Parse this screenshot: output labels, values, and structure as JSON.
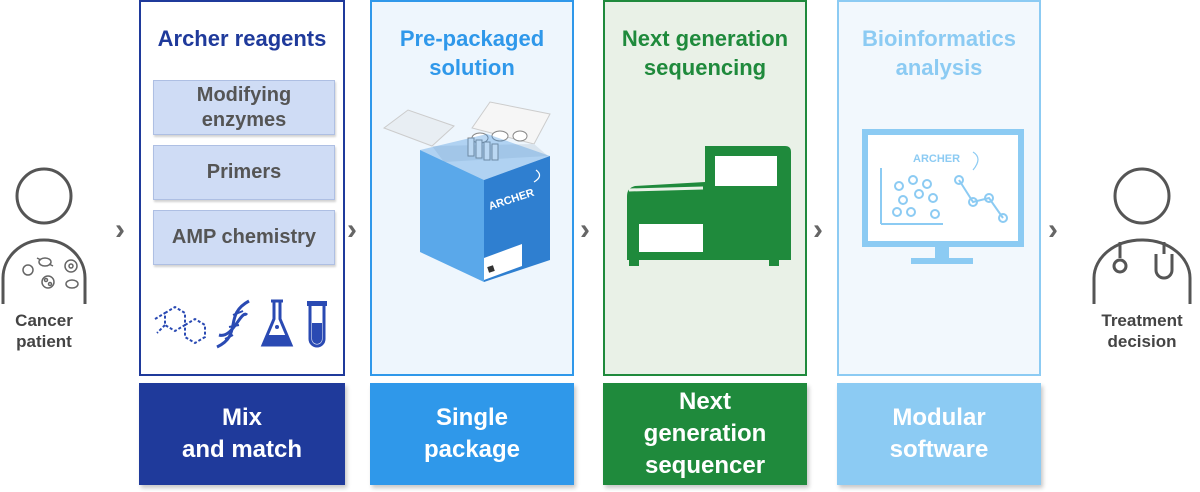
{
  "patient": {
    "label_line1": "Cancer",
    "label_line2": "patient"
  },
  "doctor": {
    "label_line1": "Treatment",
    "label_line2": "decision"
  },
  "chevron": "›",
  "panels": [
    {
      "title_line1": "Archer reagents",
      "title_line2": "",
      "items": [
        "Modifying enzymes",
        "Primers",
        "AMP chemistry"
      ],
      "bottom_line1": "Mix",
      "bottom_line2": "and match",
      "bottom_line3": ""
    },
    {
      "title_line1": "Pre-packaged",
      "title_line2": "solution",
      "box_brand": "ARCHER",
      "bottom_line1": "Single",
      "bottom_line2": "package",
      "bottom_line3": ""
    },
    {
      "title_line1": "Next generation",
      "title_line2": "sequencing",
      "bottom_line1": "Next",
      "bottom_line2": "generation",
      "bottom_line3": "sequencer"
    },
    {
      "title_line1": "Bioinformatics",
      "title_line2": "analysis",
      "monitor_brand": "ARCHER",
      "bottom_line1": "Modular",
      "bottom_line2": "software",
      "bottom_line3": ""
    }
  ],
  "colors": {
    "panel1_accent": "#1f3a9b",
    "panel1_bg": "#ffffff",
    "panel2_accent": "#2f98ea",
    "panel2_bg": "#eef6fd",
    "panel3_accent": "#1f8a3c",
    "panel3_bg": "#e9f1e7",
    "panel4_accent": "#8ccbf3",
    "panel4_bg": "#f2f8fd"
  }
}
